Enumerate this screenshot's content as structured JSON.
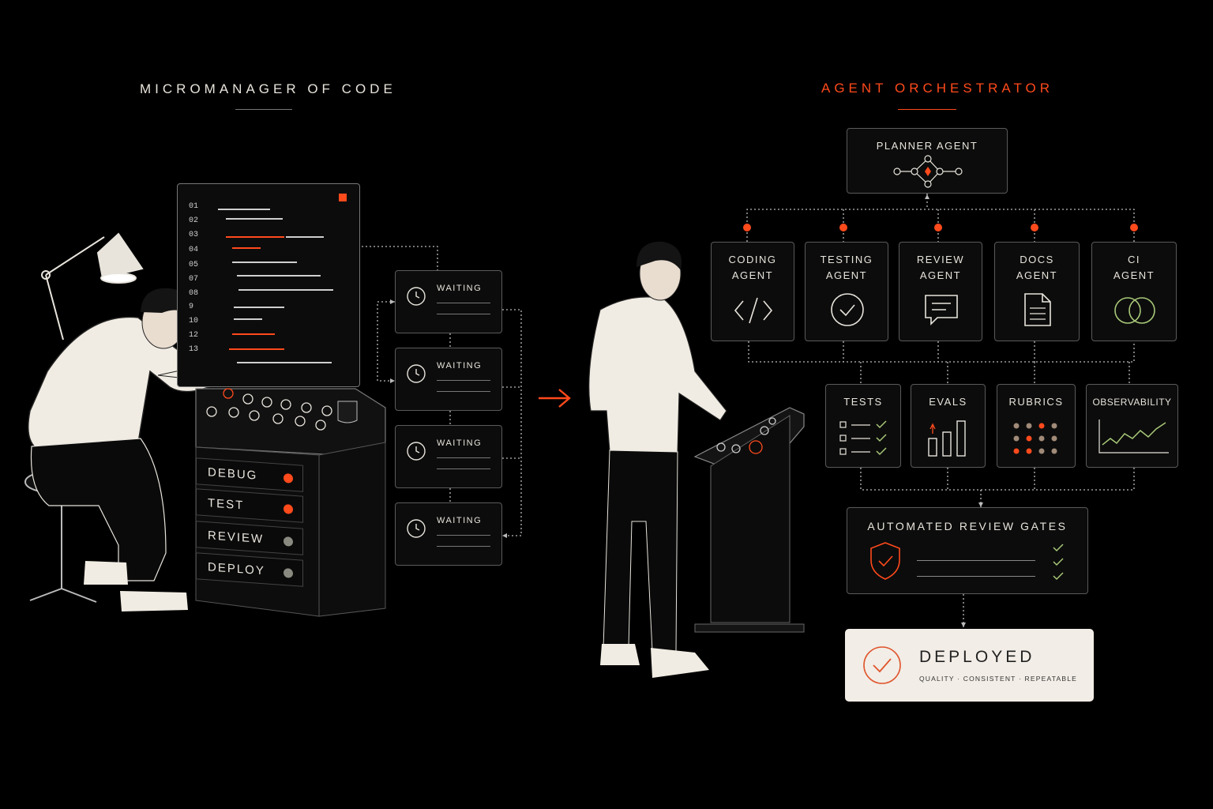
{
  "left": {
    "title": "MICROMANAGER OF CODE",
    "line_numbers": [
      "01",
      "02",
      "03",
      "04",
      "05",
      "07",
      "08",
      "9",
      "10",
      "12",
      "13"
    ],
    "waiting_label": "WAITING",
    "drawers": [
      {
        "label": "DEBUG",
        "dot_color": "#ff4a1c"
      },
      {
        "label": "TEST",
        "dot_color": "#ff4a1c"
      },
      {
        "label": "REVIEW",
        "dot_color": "#8a8a80"
      },
      {
        "label": "DEPLOY",
        "dot_color": "#8a8a80"
      }
    ]
  },
  "right": {
    "title": "AGENT ORCHESTRATOR",
    "planner": "PLANNER AGENT",
    "agents": [
      {
        "line1": "CODING",
        "line2": "AGENT",
        "icon": "code-icon"
      },
      {
        "line1": "TESTING",
        "line2": "AGENT",
        "icon": "check-circle-icon"
      },
      {
        "line1": "REVIEW",
        "line2": "AGENT",
        "icon": "chat-icon"
      },
      {
        "line1": "DOCS",
        "line2": "AGENT",
        "icon": "document-icon"
      },
      {
        "line1": "CI",
        "line2": "AGENT",
        "icon": "overlapping-circles-icon"
      }
    ],
    "tools": [
      {
        "label": "TESTS",
        "icon": "checklist-icon"
      },
      {
        "label": "EVALS",
        "icon": "bar-chart-icon"
      },
      {
        "label": "RUBRICS",
        "icon": "dot-grid-icon"
      },
      {
        "label": "OBSERVABILITY",
        "icon": "line-chart-icon"
      }
    ],
    "gates": "AUTOMATED REVIEW GATES",
    "deployed": {
      "title": "DEPLOYED",
      "subtitle": "QUALITY · CONSISTENT · REPEATABLE"
    }
  },
  "colors": {
    "accent": "#ff4a1c",
    "background": "#000000",
    "card": "#f2ede6",
    "green": "#a8c878"
  }
}
